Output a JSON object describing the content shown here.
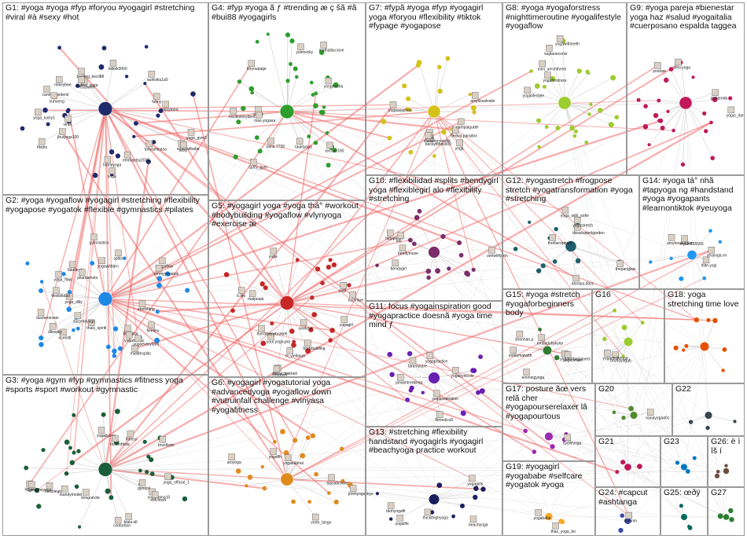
{
  "groups": [
    {
      "id": "G1",
      "title": "G1: #yoga #yoga #fyp #foryou #yogagirl #stretching #viral #à #sexy #hot",
      "color": "#1f2a6b"
    },
    {
      "id": "G2",
      "title": "G2: #yoga #yogaflow #yogagirl #stretching #flexibility #yogapose #yogatok #flexible #gymnastics #pilates",
      "color": "#1e88e5"
    },
    {
      "id": "G3",
      "title": "G3: #yoga #gym #fyp #gymnastics #fitness yoga #sports #sport #workout #gymnastic",
      "color": "#1b5e3a"
    },
    {
      "id": "G4",
      "title": "G4: #fyp #yoga ã ƒ #trending æ ç šã #ã #bui88 #yogagirls",
      "color": "#2e9e2e"
    },
    {
      "id": "G5",
      "title": "G5: #yogagirl yoga #yoga thá° #workout #bodybuilding #yogaflow #vlynyoga #exercise æ",
      "color": "#c62828"
    },
    {
      "id": "G6",
      "title": "G6: #yogagirl #yogatutorial yoga #advancedyoga #yogaflow down #vutruinfall challenge #vinyasa #yogafitness",
      "color": "#e08a1e"
    },
    {
      "id": "G7",
      "title": "G7: #fypã #yoga #fyp #yogagirl yoga #foryou #flexibility #tiktok #fypage #yogapose",
      "color": "#d4c21a"
    },
    {
      "id": "G8",
      "title": "G8: #yoga #yogaforstress #nighttimeroutine #yogalifestyle #yogaflow",
      "color": "#9ccc2e"
    },
    {
      "id": "G9",
      "title": "G9: #yoga pareja #bienestar yoga haz #salud #yogaitalia #cuerposano espalda taggea",
      "color": "#c2185b"
    },
    {
      "id": "G10",
      "title": "G10: #flexibilidad #splits #bendygirl yoga #flexiblegirl alo #flexibility #stretching",
      "color": "#7b2d6b"
    },
    {
      "id": "G11",
      "title": "G11: focus #yogainspiration good #yogapractice doesnã #yoga time mind ƒ",
      "color": "#6a1fb3"
    },
    {
      "id": "G12",
      "title": "G12: #yogastretch #frogpose stretch #yogatransformation #yoga #stretching",
      "color": "#1e5f6b"
    },
    {
      "id": "G13",
      "title": "G13: #stretching #flexibility handstand #yogagirls #yogagirl #beachyoga practice workout",
      "color": "#1a1f5e"
    },
    {
      "id": "G14",
      "title": "G14: #yoga tá° nhã #tapyoga ng #handstand #yoga #yogapants #learnontiktok #yeuyoga",
      "color": "#2196f3"
    },
    {
      "id": "G15",
      "title": "G15: #yoga #stretch #yogaforbeginners body",
      "color": "#2e7d32"
    },
    {
      "id": "G16",
      "title": "G16",
      "color": "#9ccc2e"
    },
    {
      "id": "G17",
      "title": "G17: posture ãœ vers relã cher #yogapourserelaxer lâ #yogapourtous",
      "color": "#9c27b0"
    },
    {
      "id": "G18",
      "title": "G18: yoga stretching time love",
      "color": "#e65100"
    },
    {
      "id": "G19",
      "title": "G19: #yogagirl #yogababe #selfcare #yogatok #yoga",
      "color": "#f9a825"
    },
    {
      "id": "G20",
      "title": "G20",
      "color": "#558b2f"
    },
    {
      "id": "G21",
      "title": "G21",
      "color": "#c2185b"
    },
    {
      "id": "G22",
      "title": "G22",
      "color": "#37474f"
    },
    {
      "id": "G23",
      "title": "G23",
      "color": "#0277bd"
    },
    {
      "id": "G24",
      "title": "G24: #capcut #ashtanga",
      "color": "#3949ab"
    },
    {
      "id": "G25",
      "title": "G25: œðÿ",
      "color": "#00695c"
    },
    {
      "id": "G26",
      "title": "G26: ë ì îš í",
      "color": "#6d4c41"
    },
    {
      "id": "G27",
      "title": "G27",
      "color": "#2e7d32"
    }
  ],
  "node_labels": {
    "G1": [
      "yoga_lucky1",
      "homeyoga",
      "stretchitbabe",
      "jbuiyoga100",
      "lisaswim",
      "yoga",
      "carolynmedenil",
      "yoga_gym3",
      "tasyaminasa",
      "emmantsy2020",
      "bintang_kecil88",
      "enjoytonic",
      "xuhuong",
      "kkkkk0000",
      "sexy",
      "auikoiku1a0",
      "mikeybee",
      "cutiee_yoga",
      "virall",
      "fitwho",
      "funny"
    ],
    "G2": [
      "fakebody",
      "splits",
      "yogaflow",
      "ocelotti",
      "pilardamela",
      "flexibility",
      "thais_spiritl",
      "yoga_dilly",
      "middlesplits",
      "yogawithbrn",
      "yoga_flow",
      "yogamama",
      "emmyyogatok",
      "yogaeverydam",
      "dlleasily",
      "stretching",
      "duobenesser",
      "fleeflex",
      "suzymayoga",
      "gymnastics",
      "flexibilidad"
    ],
    "G3": [
      "gymtok",
      "kimgurrote",
      "yogaflama10",
      "fitness",
      "bruxtledo",
      "yogatiyoga",
      "milil.infinita",
      "flexiblegirl",
      "xofi.hosh",
      "contortion",
      "blala.idl",
      "leggings",
      "ikandymodel",
      "2girlsoneyoga",
      "yoga_official_1"
    ],
    "G4": [
      "yana.7799",
      "tauktyoga",
      "xxcsao160",
      "bui88",
      "mathallas.love",
      "nicolestorydent",
      "yonghasha",
      "mas.yogasa",
      "foryoupage",
      "yoimvicky",
      "splcy_gym"
    ],
    "G5": [
      "yogi",
      "your.yoga.pro",
      "b.lire",
      "yogagirl",
      "nl_viellarun",
      "malpeala",
      "theramanyburke6",
      "workout",
      "zanai_bakhell",
      "bodybuilding",
      "56aaa56",
      "tu2share",
      "yoga"
    ],
    "G6": [
      "tassabrooke",
      "aroyoga",
      "jimmyogaskye",
      "yogatutorial",
      "vorte_bingo",
      "yogaflh"
    ],
    "G7": [
      "beckyfitness00",
      "tiktok",
      "yoga",
      "vladalmrynaylik",
      "flexiva.paradox",
      "campaigudel",
      "yogaasashoo",
      "amyitzsalvatin"
    ],
    "G8": [
      "mini_amchtheirn",
      "yogalifestyle",
      "yogawithmeth",
      "yogaforstress",
      "kaylanecontz"
    ],
    "G9": [
      "pelo.yoga",
      "yogui_dan",
      "posture",
      "giulieredo"
    ],
    "G10": [
      "zenwithjenn",
      "hipppener",
      "alo",
      "bendygirl",
      "bendymuse"
    ],
    "G11": [
      "tammyrare",
      "janashtrenkova",
      "yogainspiration",
      "fbmedico0",
      "yogabynicole",
      "yogapractice"
    ],
    "G12": [
      "theadoptedgarden",
      "yogastretch",
      "yoga_with_sofie",
      "thepariglain",
      "annasa.docc",
      "thehierophant"
    ],
    "G13": [
      "yogagirls",
      "tdohyogaflt",
      "beachyoga",
      "thickthighyoga",
      "yogalife"
    ],
    "G14": [
      "amyhealingtion",
      "ltlite.yogi",
      "mylan565555",
      "yeuyoga.vn"
    ],
    "G15": [
      "onthematwith",
      "emmingyoga",
      "shannan.a",
      "embodybykylar",
      "yogaforbeginners",
      "yoga.bravo"
    ],
    "G16": [
      "brunayogab",
      "yogachallenge"
    ],
    "G17": [
      "cyrilleyoga"
    ],
    "G19": [
      "thas_yoga_bo",
      "yogababe"
    ],
    "G20": [
      "nanayoga40c"
    ],
    "G24": [
      "komnm"
    ]
  }
}
